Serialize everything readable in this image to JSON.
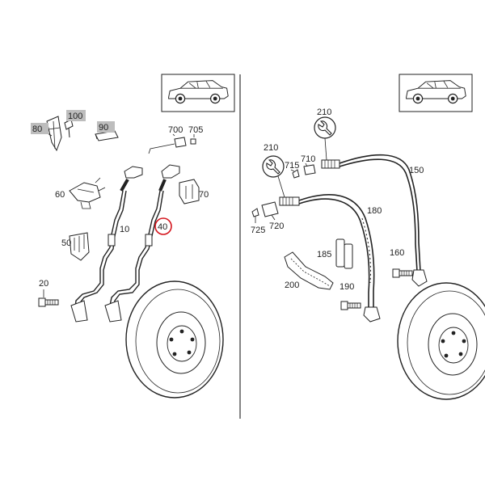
{
  "panels": {
    "left": {
      "labels": {
        "p80": "80",
        "p100": "100",
        "p90": "90",
        "p700": "700",
        "p705": "705",
        "p60": "60",
        "p70": "70",
        "p10": "10",
        "p40": "40",
        "p50": "50",
        "p20": "20"
      },
      "highlighted_label": "40",
      "highlight_color": "#d4141c"
    },
    "right": {
      "labels": {
        "p210a": "210",
        "p210b": "210",
        "p150": "150",
        "p715": "715",
        "p710": "710",
        "p180": "180",
        "p725": "725",
        "p720": "720",
        "p185": "185",
        "p160": "160",
        "p200": "200",
        "p190": "190"
      }
    }
  },
  "icons": [
    "suv-car-icon",
    "wrench-icon",
    "brake-disc-icon",
    "bolt-icon",
    "sensor-cable-icon"
  ],
  "colors": {
    "line": "#222222",
    "label_box": "#bdbdbd",
    "highlight": "#d4141c"
  }
}
